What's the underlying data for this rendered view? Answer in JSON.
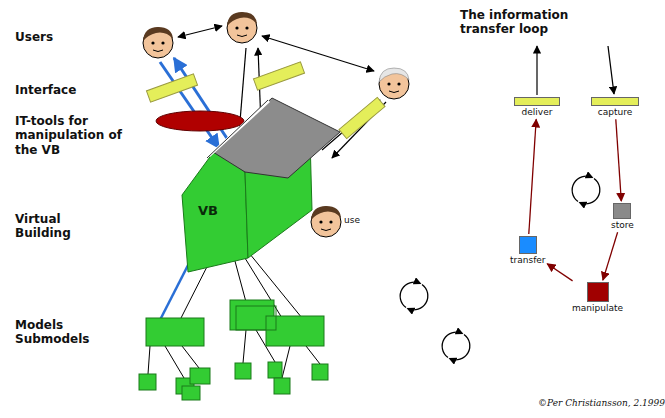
{
  "diagram": {
    "nodes": [
      {
        "text": [
          "VB"
        ]
      },
      {
        "text": [
          "deliver"
        ]
      },
      {
        "text": [
          "capture"
        ]
      },
      {
        "text": [
          "store"
        ]
      },
      {
        "text": [
          "manipulate"
        ]
      },
      {
        "text": [
          "transfer"
        ]
      }
    ],
    "edges": [
      {
        "from": 2,
        "to": 3,
        "arrow": "to"
      },
      {
        "from": 3,
        "to": 4,
        "arrow": "to"
      },
      {
        "from": 4,
        "to": 5,
        "arrow": "to"
      },
      {
        "from": 5,
        "to": 1,
        "arrow": "to"
      }
    ],
    "labels": [
      "Users",
      "Interface",
      "IT-tools for manipulation of the VB",
      "Virtual Building",
      "Models Submodels",
      "The information transfer loop",
      "use",
      "©Per Christiansson, 2.1999"
    ]
  }
}
